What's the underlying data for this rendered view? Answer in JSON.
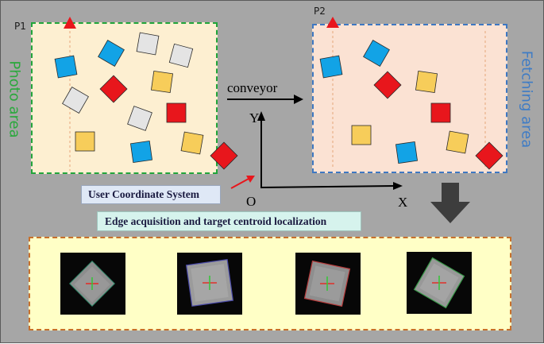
{
  "diagram": {
    "photo_zone": {
      "point_label": "P1",
      "area_label": "Photo area"
    },
    "fetch_zone": {
      "point_label": "P2",
      "area_label": "Fetching area"
    },
    "conveyor_label": "conveyor",
    "coordinate_system": {
      "caption": "User Coordinate System",
      "origin": "O",
      "x_axis": "X",
      "y_axis": "Y"
    },
    "process_caption": "Edge acquisition and target centroid localization",
    "results": {
      "count": 4
    }
  },
  "colors": {
    "blue_block": "#12a3e6",
    "red_block": "#e8161c",
    "yellow_block": "#f7cd5a",
    "gray_block": "#e4e4e4",
    "photo_border": "#22a53a",
    "fetch_border": "#3e78c2",
    "result_border": "#c8702a",
    "centroid_cross_h": "#e0302a",
    "centroid_cross_v": "#38c43c"
  },
  "icons": [
    "marker-triangle-icon",
    "down-arrow-icon",
    "pointer-arrow-icon"
  ]
}
